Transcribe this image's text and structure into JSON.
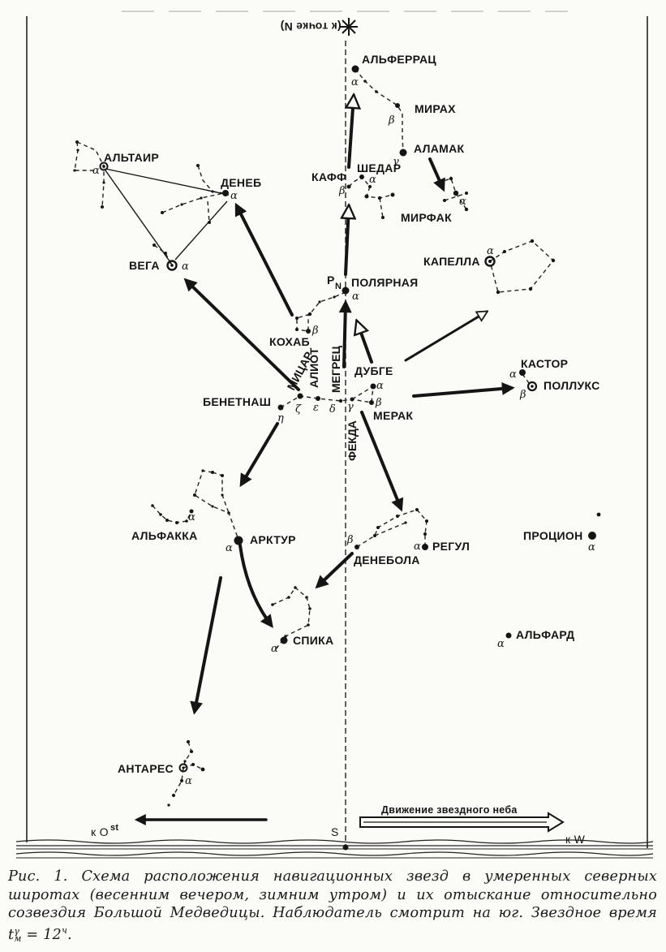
{
  "diagram": {
    "north_label": "(к точке N)",
    "ost_label": "к O",
    "ost_sup": "st",
    "west_label": "к W",
    "south_label": "S",
    "motion_label": "Движение звездного неба",
    "pole_label": "P",
    "pole_sub": "N"
  },
  "stars": {
    "alpheratz": "АЛЬФЕРРАЦ",
    "mirach": "МИРАХ",
    "almaak": "АЛАМАК",
    "mirfak": "МИРФАК",
    "caph": "КАФФ",
    "schedar": "ШЕДАР",
    "altair": "АЛЬТАИР",
    "deneb": "ДЕНЕБ",
    "vega": "ВЕГА",
    "capella": "КАПЕЛЛА",
    "polaris": "ПОЛЯРНАЯ",
    "kochab": "КОХАБ",
    "castor": "КАСТОР",
    "pollux": "ПОЛЛУКС",
    "mizar": "МИЦАР",
    "alioth": "АЛИОТ",
    "megrez": "МЕГРЕЦ",
    "dubhe": "ДУБГЕ",
    "benetnash": "БЕНЕТНАШ",
    "merak": "МЕРАК",
    "phecda": "ФЕКДА",
    "alphecca": "АЛЬФАККА",
    "arcturus": "АРКТУР",
    "denebola": "ДЕНЕБОЛА",
    "regulus": "РЕГУЛ",
    "procyon": "ПРОЦИОН",
    "spica": "СПИКА",
    "alphard": "АЛЬФАРД",
    "antares": "АНТАРЕС"
  },
  "greek": {
    "alpha": "α",
    "beta": "β",
    "gamma": "γ",
    "delta": "δ",
    "epsilon": "ε",
    "zeta": "ζ",
    "eta": "η"
  },
  "caption": {
    "prefix": "Рис. 1. Схема расположения навигационных звезд в умеренных северных широтах (весенним вечером, зимним утром) и их отыскание относительно созвездия Большой Медведицы. Наблюдатель смотрит на юг. Звездное время ",
    "t": "t",
    "t_sup": "γ",
    "t_sub": "м",
    "equals": " = 12",
    "unit_sup": "ч",
    "suffix": "."
  }
}
